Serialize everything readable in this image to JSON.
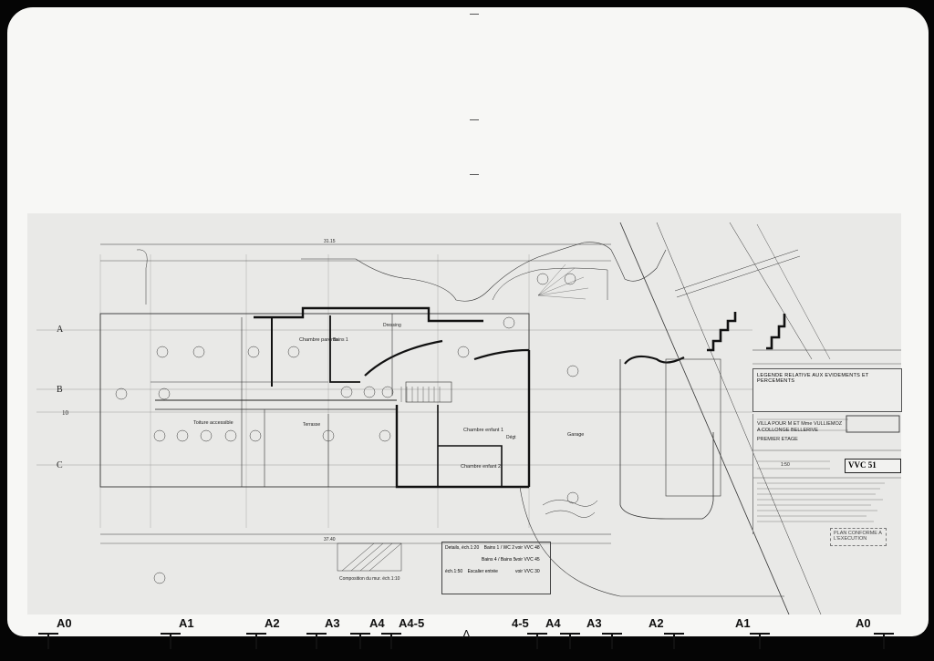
{
  "plan": {
    "axes": [
      "A",
      "B",
      "10",
      "C"
    ],
    "rooms": {
      "chambre_parents": "Chambre parents",
      "dressing": "Dressing",
      "bains1": "Bains 1",
      "chambre_enfant_1": "Chambre enfant 1",
      "chambre_enfant_2": "Chambre enfant 2",
      "toiture": "Toiture accessible",
      "terrasse": "Terrasse",
      "garage": "Garage",
      "degt": "Dégt"
    },
    "dims": {
      "overall_top": "31.15",
      "overall_bottom": "37.40"
    },
    "wall_composition": "Composition du mur. éch.1:10"
  },
  "legend": {
    "title": "LEGENDE RELATIVE AUX EVIDEMENTS ET PERCEMENTS"
  },
  "title_block": {
    "project": "VILLA POUR M ET Mme VULLIEMOZ",
    "location": "A COLLONGE BELLERIVE",
    "floor": "PREMIER ETAGE",
    "scale": "1:50",
    "sheet_code": "VVC 51"
  },
  "stamp": {
    "line1": "PLAN CONFORME A",
    "line2": "L'EXECUTION"
  },
  "details": [
    {
      "scale": "Details, éch.1:20",
      "items": "Bains 1 / WC 2",
      "ref": "voir VVC 48"
    },
    {
      "scale": "",
      "items": "Bains 4 / Bains 5",
      "ref": "voir VVC 45"
    },
    {
      "scale": "éch.1:50",
      "items": "Escalier entrée",
      "ref": "voir VVC 30"
    }
  ],
  "bottom_labels": [
    "A0",
    "A1",
    "A2",
    "A3",
    "A4",
    "A4-5",
    "Λ",
    "4-5",
    "A4",
    "A3",
    "A2",
    "A1",
    "A0"
  ]
}
